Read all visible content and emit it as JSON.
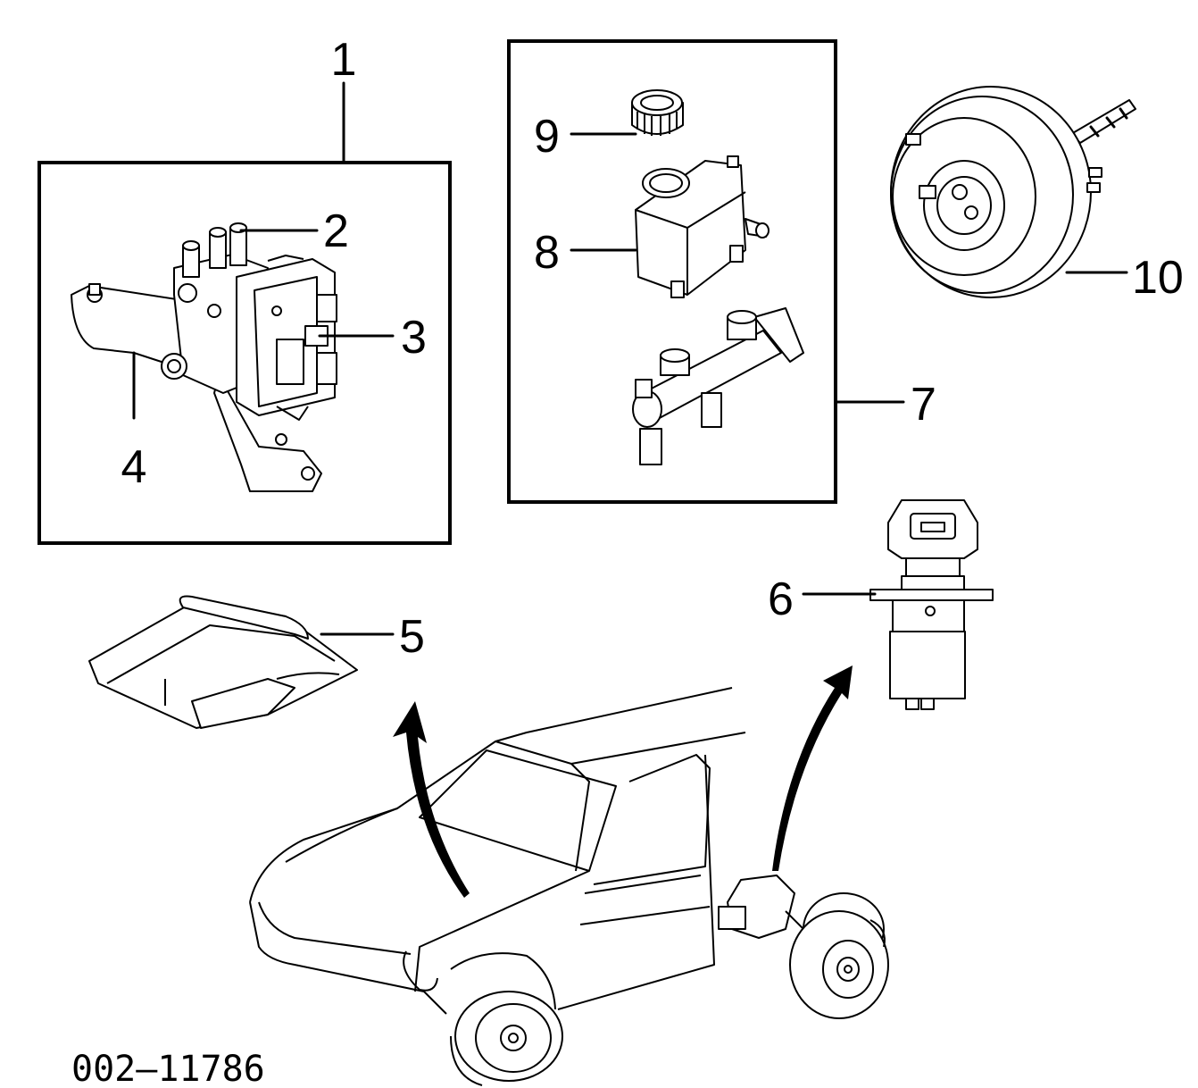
{
  "diagram_id": "002–11786",
  "callouts": {
    "c1": "1",
    "c2": "2",
    "c3": "3",
    "c4": "4",
    "c5": "5",
    "c6": "6",
    "c7": "7",
    "c8": "8",
    "c9": "9",
    "c10": "10"
  },
  "icons": {
    "abs_module_assembly": "abs-hydraulic-unit-icon",
    "brake_control_module": "control-module-icon",
    "mounting_bracket": "bracket-icon",
    "insulator": "insulator-pad-icon",
    "wheel_speed_sensor": "sensor-icon",
    "master_cylinder_kit": "master-cylinder-icon",
    "reservoir": "reservoir-icon",
    "reservoir_cap": "cap-icon",
    "brake_booster": "booster-icon",
    "vehicle": "pickup-truck-icon"
  }
}
